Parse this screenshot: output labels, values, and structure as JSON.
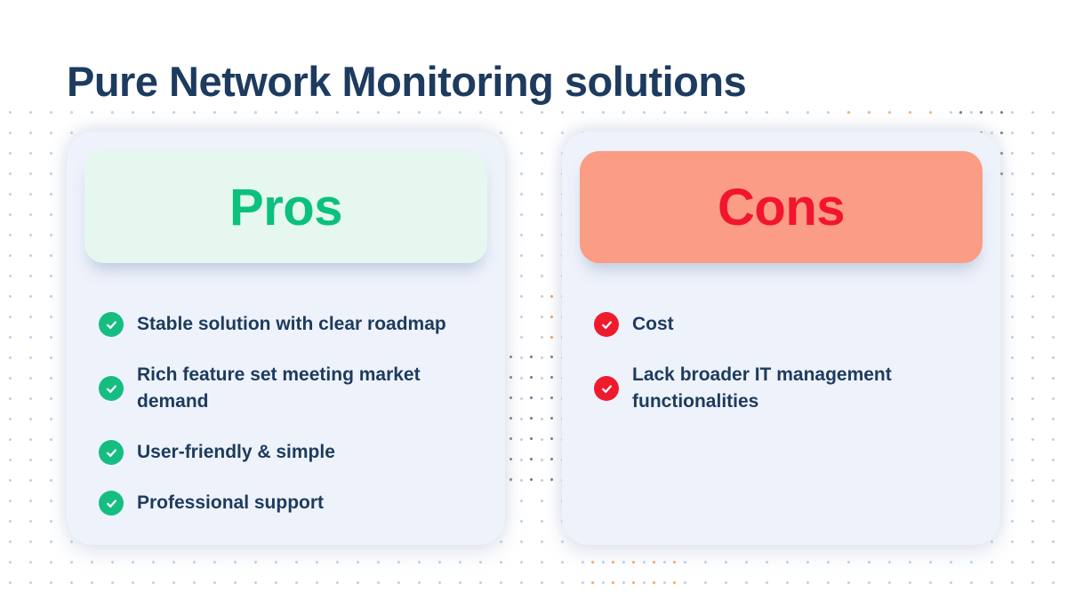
{
  "title": "Pure Network Monitoring solutions",
  "pros": {
    "header": "Pros",
    "items": [
      "Stable solution with clear roadmap",
      "Rich feature set meeting market demand",
      "User-friendly & simple",
      "Professional support"
    ]
  },
  "cons": {
    "header": "Cons",
    "items": [
      "Cost",
      "Lack broader IT management functionalities"
    ]
  },
  "colors": {
    "title_text": "#1d3b5e",
    "card_background": "#eef2fb",
    "pros_header_background": "#e5f7ee",
    "pros_header_text": "#0cc07d",
    "pros_badge": "#16bd81",
    "cons_header_background": "#fb9c85",
    "cons_header_text": "#f2152d",
    "cons_badge": "#ef1b2d",
    "dot_blue": "#a9c7e8",
    "dot_dark": "#5d6269",
    "dot_orange": "#f0913f"
  }
}
